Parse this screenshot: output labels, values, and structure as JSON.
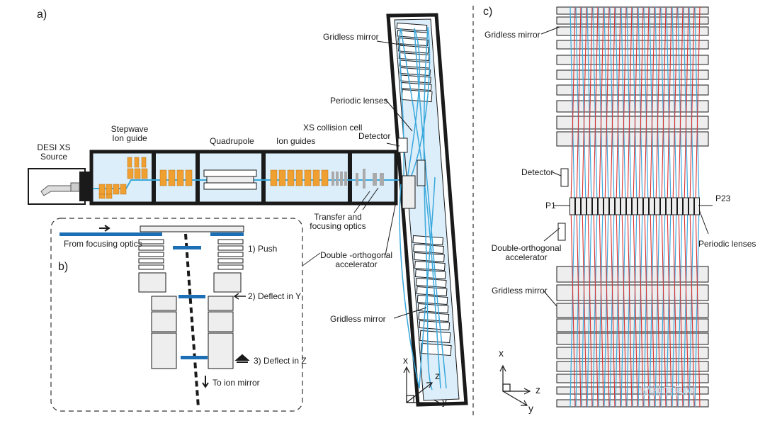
{
  "panels": {
    "a": "a)",
    "b": "b)",
    "c": "c)"
  },
  "a_labels": {
    "source": "DESI XS\nSource",
    "stepwave": "Stepwave\nIon guide",
    "quadrupole": "Quadrupole",
    "ion_guides": "Ion guides",
    "xs_cell": "XS collision cell",
    "detector": "Detector",
    "periodic_lenses": "Periodic lenses",
    "gridless_mirror_top": "Gridless mirror",
    "gridless_mirror_bottom": "Gridless mirror",
    "transfer": "Transfer and\nfocusing optics",
    "dbl_orth": "Double -orthogonal\naccelerator"
  },
  "b_labels": {
    "from_focusing": "From focusing optics",
    "push": "1) Push",
    "deflect_y": "2) Deflect in Y",
    "deflect_z": "3) Deflect in Z",
    "to_ion_mirror": "To ion mirror"
  },
  "c_labels": {
    "gridless_mirror_top": "Gridless mirror",
    "detector": "Detector",
    "p1": "P1",
    "p23": "P23",
    "periodic_lenses": "Periodic lenses",
    "dbl_orth": "Double-orthogonal\naccelerator",
    "gridless_mirror_bottom": "Gridless mirror"
  },
  "axes_a": {
    "x": "x",
    "y": "y",
    "z": "z"
  },
  "axes_c": {
    "x": "x",
    "y": "y",
    "z": "z"
  },
  "watermark": "仪器信息网",
  "colors": {
    "outline": "#1a1a1a",
    "interior": "#dceefa",
    "orange": "#f0a030",
    "ion_beam": "#3aa8dc",
    "red_beam": "#d83030",
    "blue_bar": "#1c6fb4",
    "gray_fill": "#eeeeee"
  }
}
